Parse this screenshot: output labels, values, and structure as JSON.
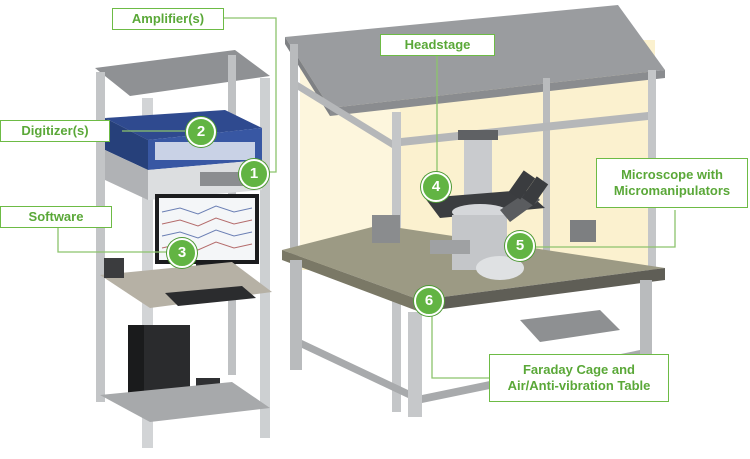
{
  "colors": {
    "accent": "#6dbb45",
    "badge": "#62b443",
    "connector": "#8cc46c"
  },
  "callouts": {
    "amplifiers": "Amplifier(s)",
    "digitizers": "Digitizer(s)",
    "software": "Software",
    "headstage": "Headstage",
    "microscope": "Microscope with\nMicromanipulators",
    "faraday": "Faraday Cage and\nAir/Anti-vibration Table"
  },
  "badges": {
    "amplifier": "1",
    "digitizer": "2",
    "software": "3",
    "headstage": "4",
    "microscope": "5",
    "table": "6"
  }
}
